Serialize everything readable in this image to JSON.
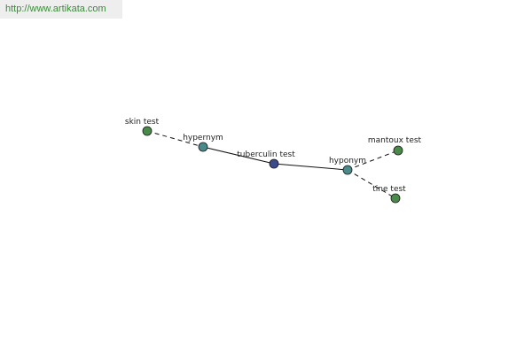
{
  "banner": {
    "url": "http://www.artikata.com"
  },
  "colors": {
    "center_node": "#3a4a8a",
    "relation_node": "#4a8a8a",
    "leaf_node": "#4a8a4a",
    "edge": "#111111"
  },
  "graph": {
    "nodes": [
      {
        "id": "skin-test",
        "label": "skin test",
        "kind": "leaf"
      },
      {
        "id": "hypernym",
        "label": "hypernym",
        "kind": "relation"
      },
      {
        "id": "tuberculin-test",
        "label": "tuberculin test",
        "kind": "center"
      },
      {
        "id": "hyponym",
        "label": "hyponym",
        "kind": "relation"
      },
      {
        "id": "mantoux-test",
        "label": "mantoux test",
        "kind": "leaf"
      },
      {
        "id": "tine-test",
        "label": "tine test",
        "kind": "leaf"
      }
    ],
    "edges": [
      {
        "from": "hypernym",
        "to": "tuberculin-test",
        "style": "solid"
      },
      {
        "from": "tuberculin-test",
        "to": "hyponym",
        "style": "solid"
      },
      {
        "from": "skin-test",
        "to": "hypernym",
        "style": "dashed"
      },
      {
        "from": "hyponym",
        "to": "mantoux-test",
        "style": "dashed"
      },
      {
        "from": "hyponym",
        "to": "tine-test",
        "style": "dashed"
      }
    ]
  }
}
